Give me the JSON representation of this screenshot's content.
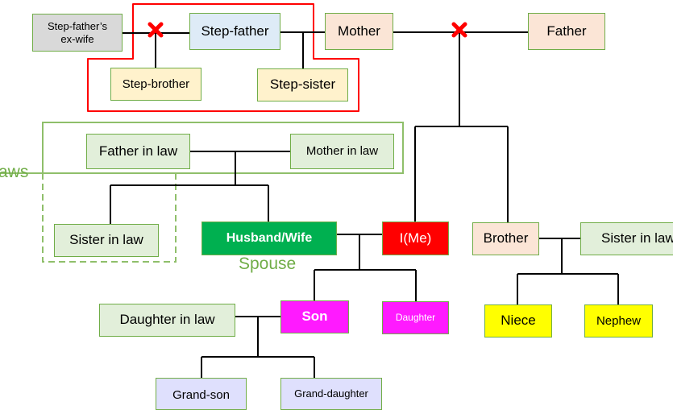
{
  "colors": {
    "marriage_line": "#000000",
    "divorce_mark": "#ff0000",
    "step_family_outline": "#ff0000",
    "in_laws_outline": "#70ad47",
    "box_border": "#70ad47",
    "me": "#ff0000",
    "spouse": "#00b050",
    "children": "#ff1aff",
    "niece_nephew": "#ffff00",
    "parents": "#fbe5d6",
    "step_father": "#deebf7",
    "step_siblings": "#fff2cc",
    "in_laws": "#e2efda",
    "grandchildren": "#dfe0fd",
    "ex_wife": "#d9d9d9"
  },
  "nodes": {
    "step_father_ex_wife": "Step-father’s ex-wife",
    "step_father": "Step-father",
    "mother": "Mother",
    "father": "Father",
    "step_brother": "Step-brother",
    "step_sister": "Step-sister",
    "father_in_law": "Father in law",
    "mother_in_law": "Mother in law",
    "sister_in_law_spouse_side": "Sister in law",
    "husband_wife": "Husband/Wife",
    "me": "I(Me)",
    "brother": "Brother",
    "sister_in_law_brother_side": "Sister in law",
    "daughter_in_law": "Daughter in law",
    "son": "Son",
    "daughter": "Daughter",
    "niece": "Niece",
    "nephew": "Nephew",
    "grand_son": "Grand-son",
    "grand_daughter": "Grand-daughter"
  },
  "labels": {
    "in_laws": "aws",
    "spouse": "Spouse"
  },
  "icons": {
    "divorce": "cross-mark-icon"
  }
}
